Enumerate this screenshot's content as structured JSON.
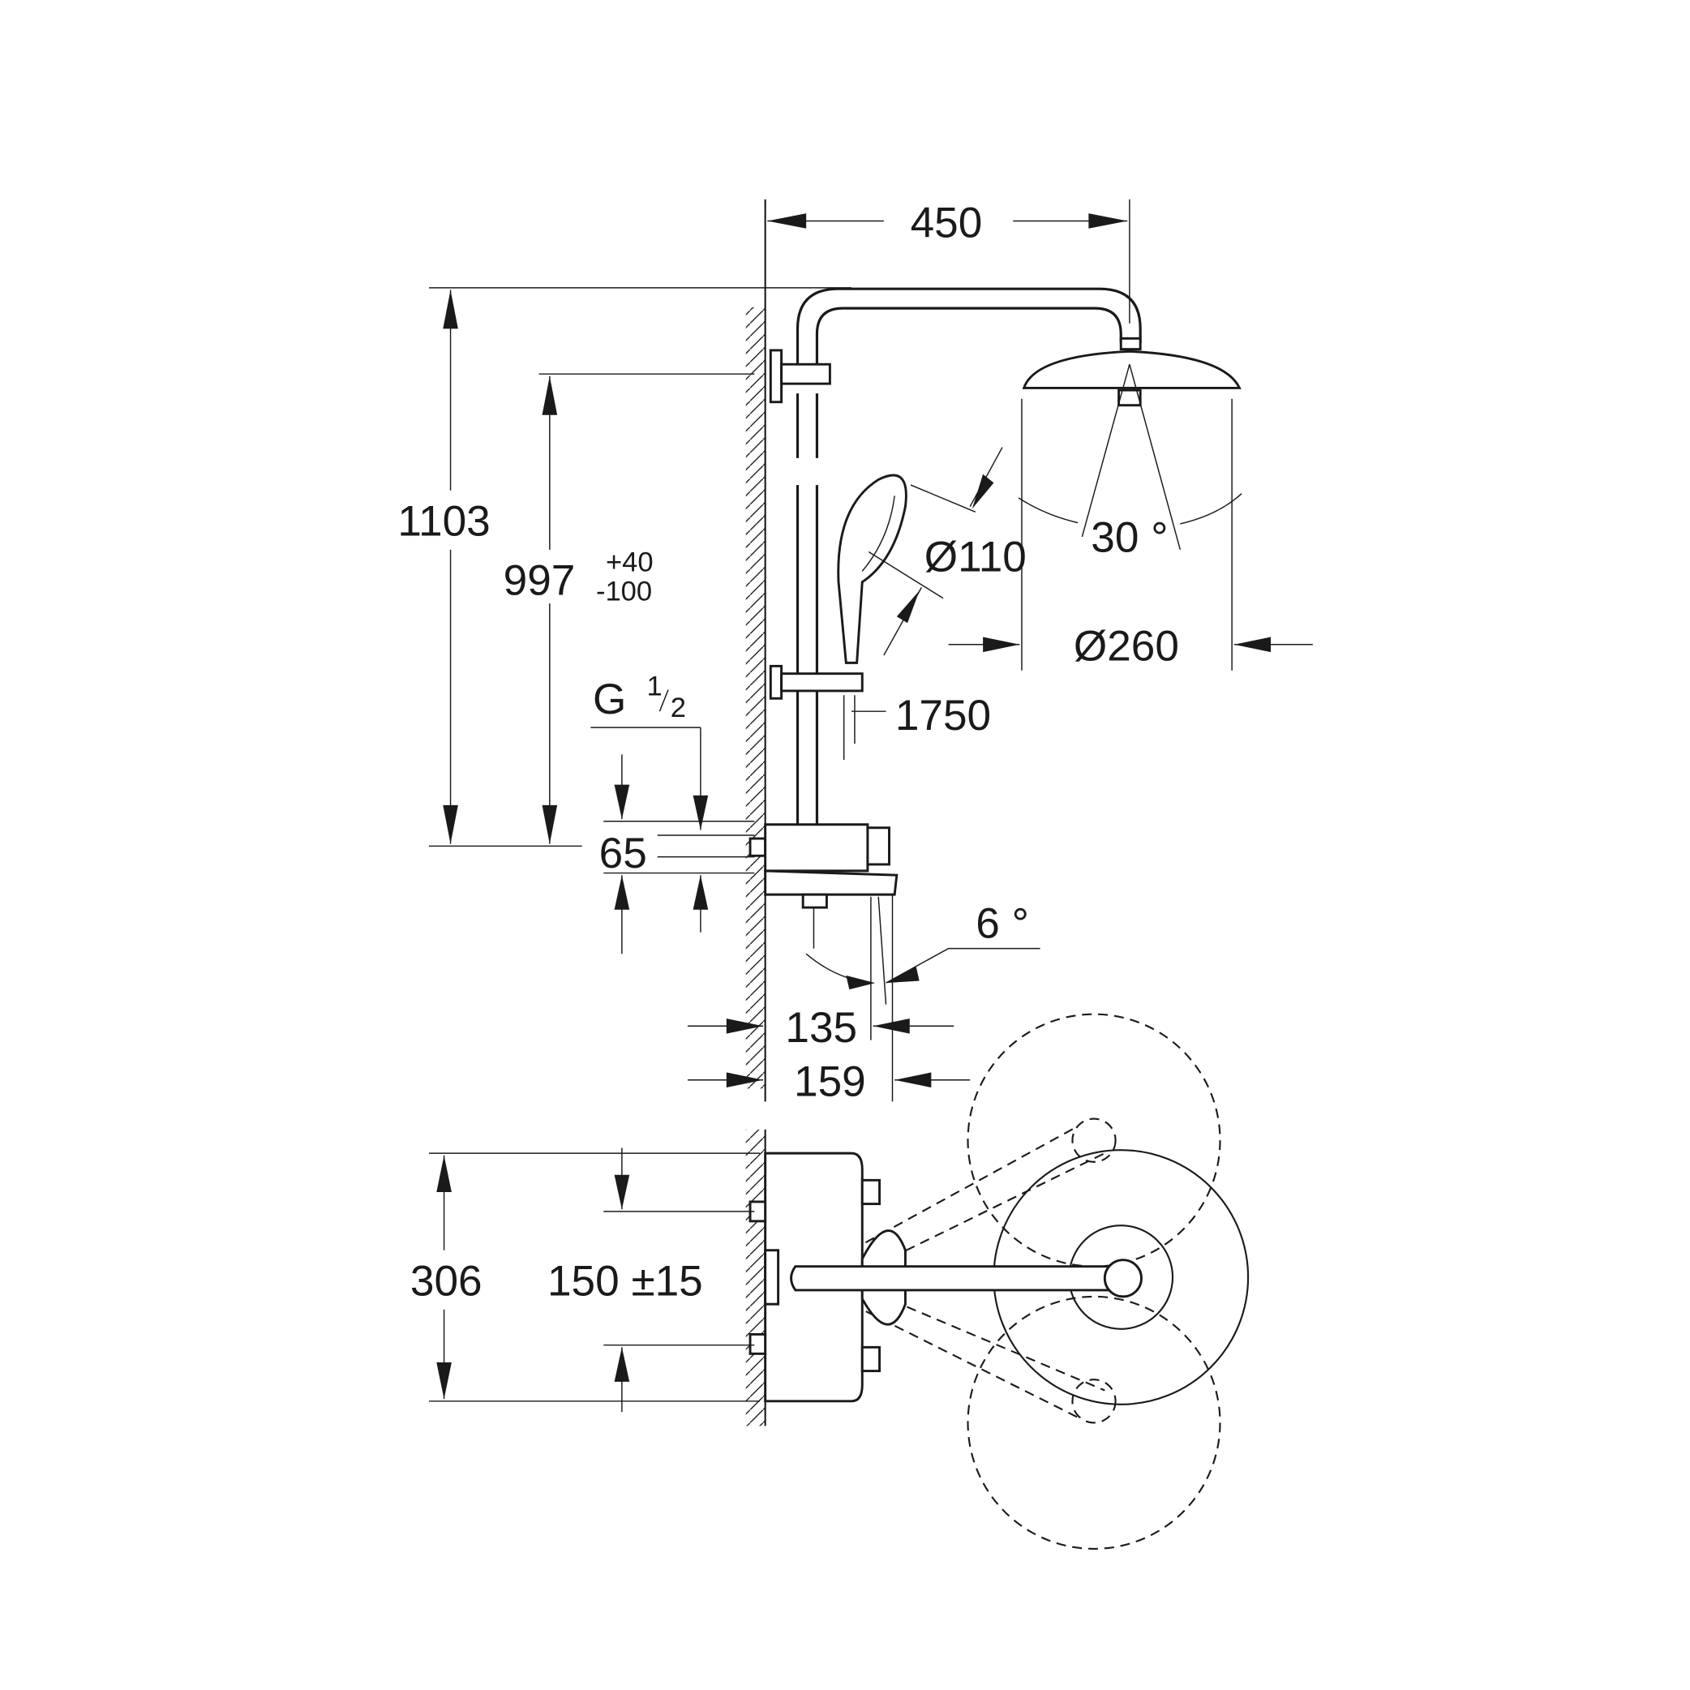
{
  "drawing": {
    "dimensions": {
      "width_arm": "450",
      "total_height": "1103",
      "bracket_height": "997",
      "bracket_tol_plus": "+40",
      "bracket_tol_minus": "-100",
      "thread": "G",
      "thread_num": "1",
      "thread_den": "2",
      "inlet_offset": "65",
      "hand_shower_dia": "Ø110",
      "head_angle": "30 °",
      "head_dia": "Ø260",
      "hose_length": "1750",
      "tray_angle": "6 °",
      "depth_1": "135",
      "depth_2": "159",
      "plan_width": "306",
      "inlet_centers": "150 ±15"
    }
  }
}
